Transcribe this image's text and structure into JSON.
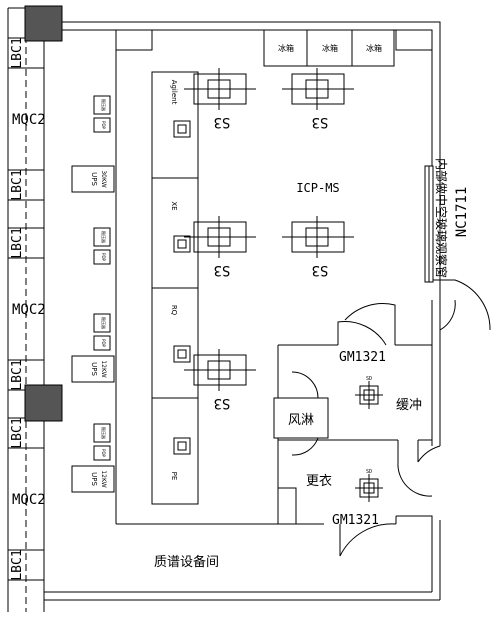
{
  "rooms": {
    "main_room": "质谱设备间",
    "instrument_zone": "ICP-MS",
    "air_shower": "风淋",
    "buffer": "缓冲",
    "changing": "更衣"
  },
  "panels": {
    "lbc": "LBC1",
    "mqc": "MQC2"
  },
  "ups": [
    {
      "title": "UPS",
      "rating": "30KW"
    },
    {
      "title": "UPS",
      "rating": "12KW"
    },
    {
      "title": "UPS",
      "rating": "12KW"
    }
  ],
  "small_boxes": [
    "稳压器",
    "PDP",
    "稳压器",
    "PDP",
    "稳压器",
    "PDP",
    "稳压器",
    "PDP"
  ],
  "fridges": [
    "冰箱",
    "冰箱",
    "冰箱"
  ],
  "benches": [
    "Agilent",
    "XE",
    "RQ",
    "PE"
  ],
  "hood_label": "S3",
  "sd_label": "SD",
  "doors": {
    "upper": "GM1321",
    "lower": "GM1321"
  },
  "window": {
    "code": "NC1711",
    "desc": "内部做中空玻璃观察窗"
  }
}
